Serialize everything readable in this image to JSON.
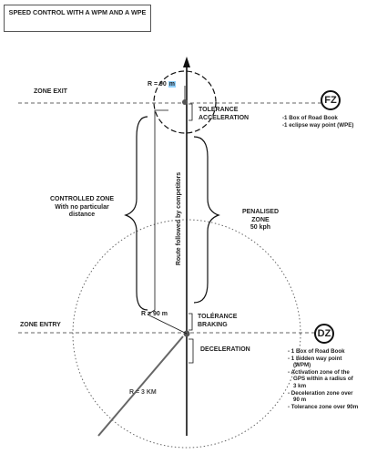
{
  "title": "SPEED CONTROL WITH A WPM AND A WPE",
  "radius_top": {
    "prefix": "R = 90",
    "unit": "m"
  },
  "zone_exit": "ZONE EXIT",
  "zone_entry": "ZONE ENTRY",
  "fz": "FZ",
  "dz": "DZ",
  "tolerance_acceleration": [
    "TOLERANCE",
    "ACCELERATION"
  ],
  "tolerance_braking": [
    "TOLÉRANCE",
    "BRAKING"
  ],
  "deceleration": "DECELERATION",
  "controlled_zone": [
    "CONTROLLED ZONE",
    "With no particular",
    "distance"
  ],
  "penalised_zone": [
    "PENALISED",
    "ZONE",
    "50 kph"
  ],
  "route_label": "Route followed by competitors",
  "radius_bottom": "R = 90 m",
  "radius_large": "R = 3 KM",
  "fz_notes": [
    "-1 Box of Road Book",
    "-1 eclipse way point (WPE)"
  ],
  "dz_notes": [
    "- 1 Box of Road Book",
    "- 1 hidden way point",
    "(WPM)",
    "- Activation zone of the",
    "GPS within a radius of",
    "3 km",
    "- Deceleration zone over",
    "90 m",
    "- Tolerance zone over 90m"
  ]
}
